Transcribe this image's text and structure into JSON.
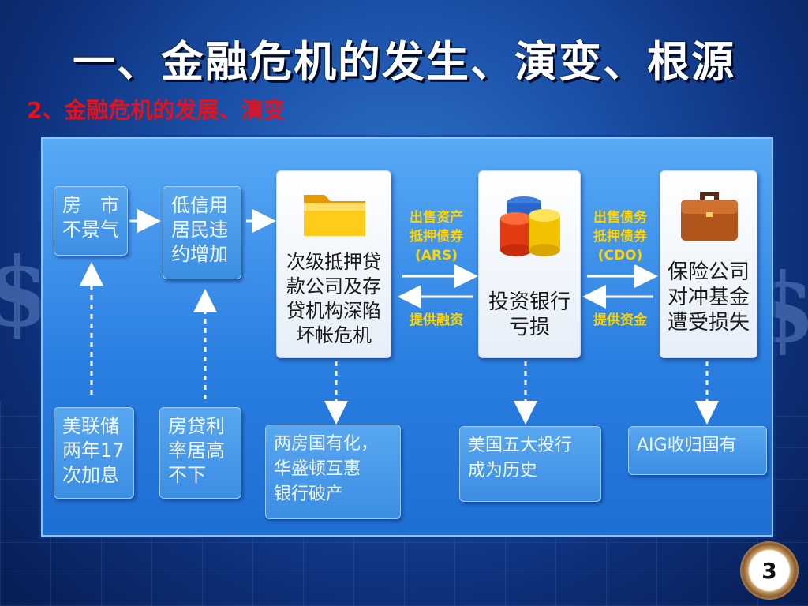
{
  "slide": {
    "title": "一、金融危机的发生、演变、根源",
    "subtitle": "2、金融危机的发展、演变",
    "page_number": "3"
  },
  "diagram": {
    "causes_top": [
      {
        "text": "房　市\n不景气"
      },
      {
        "text": "低信用\n居民违\n约增加"
      }
    ],
    "causes_bottom": [
      {
        "text": "美联储\n两年17\n次加息"
      },
      {
        "text": "房贷利\n率居高\n不下"
      }
    ],
    "stages": [
      {
        "text": "次级抵押贷\n款公司及存\n贷机构深陷\n坏帐危机",
        "icon": "folder-icon"
      },
      {
        "text": "投资银行\n亏损",
        "icon": "coin-stack-icon"
      },
      {
        "text": "保险公司\n对冲基金\n遭受损失",
        "icon": "briefcase-icon"
      }
    ],
    "arrow_labels": [
      {
        "top": "出售资产\n抵押债券\n(ARS)",
        "bottom": "提供融资"
      },
      {
        "top": "出售债务\n抵押债券\n(CDO)",
        "bottom": "提供资金"
      }
    ],
    "outcomes": [
      {
        "text": "两房国有化，\n华盛顿互惠\n银行破产"
      },
      {
        "text": "美国五大投行\n成为历史"
      },
      {
        "text": "AIG收归国有"
      }
    ]
  }
}
